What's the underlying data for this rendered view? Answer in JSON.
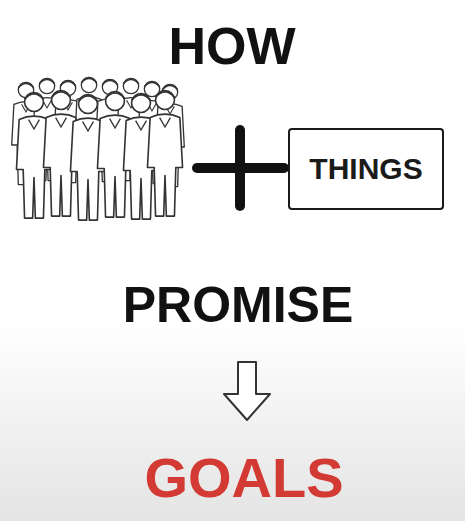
{
  "diagram": {
    "nodes": [
      {
        "text": [
          "THINGS"
        ]
      }
    ],
    "labels": [
      "HOW",
      "PROMISE",
      "GOALS"
    ]
  }
}
